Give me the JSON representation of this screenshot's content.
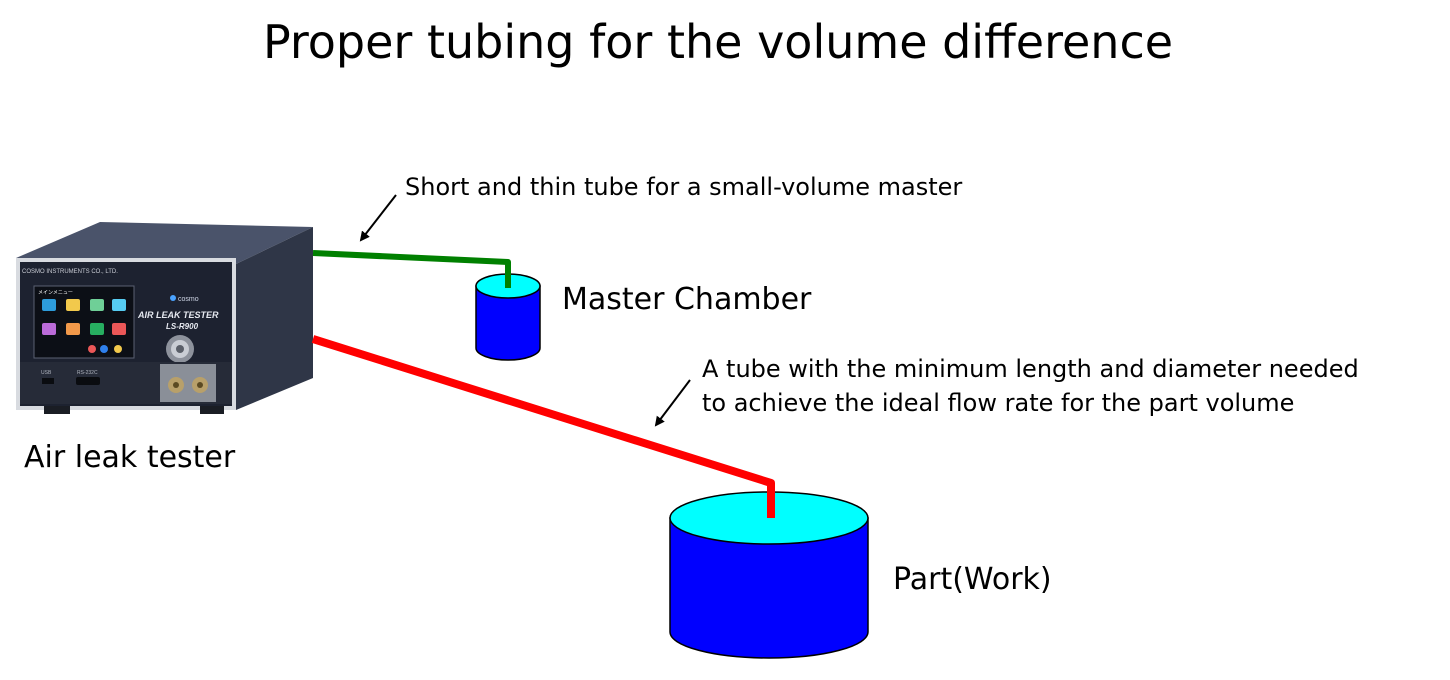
{
  "title": "Proper tubing for the volume difference",
  "labels": {
    "tester": "Air leak tester",
    "master_chamber": "Master Chamber",
    "part": "Part(Work)",
    "master_tube_note": "Short and thin tube for a small-volume master",
    "part_tube_note_line1": "A tube with the minimum length and diameter needed",
    "part_tube_note_line2": "to achieve the ideal flow rate for the part volume"
  },
  "device": {
    "brand_line": "COSMO INSTRUMENTS CO., LTD.",
    "logo_text": "cosmo",
    "product_line1": "AIR LEAK TESTER",
    "product_line2": "LS-R900",
    "screen_title": "メインメニュー",
    "port_usb": "USB",
    "port_rs232c": "RS-232C"
  },
  "colors": {
    "master_tube": "#008000",
    "part_tube": "#ff0000",
    "chamber_body": "#0000ff",
    "chamber_top": "#00ffff",
    "device_body": "#3c4458"
  }
}
